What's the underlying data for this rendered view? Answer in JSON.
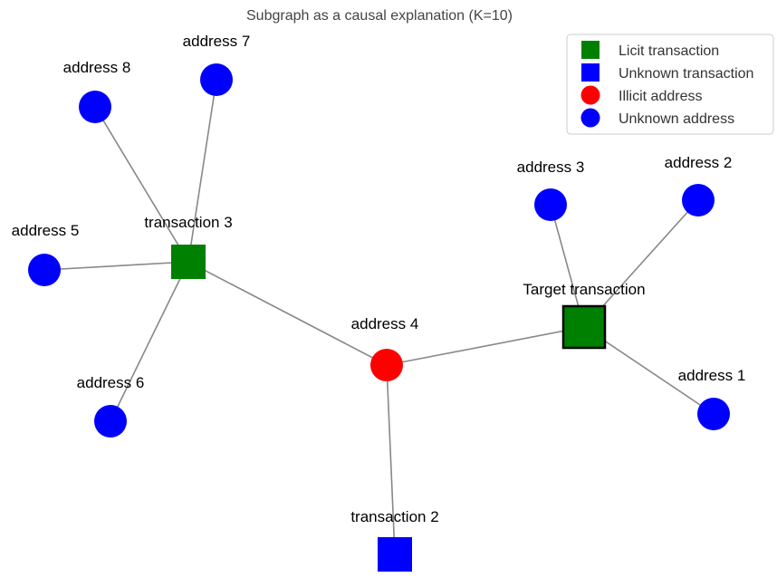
{
  "title": "Subgraph as a causal explanation (K=10)",
  "colors": {
    "licit": "#008000",
    "unknown": "#0000ff",
    "illicit": "#ff0000",
    "edge": "#888888"
  },
  "legend": [
    {
      "shape": "square",
      "color": "#008000",
      "label": "Licit transaction"
    },
    {
      "shape": "square",
      "color": "#0000ff",
      "label": "Unknown transaction"
    },
    {
      "shape": "circle",
      "color": "#ff0000",
      "label": "Illicit address"
    },
    {
      "shape": "circle",
      "color": "#0000ff",
      "label": "Unknown address"
    }
  ],
  "nodes": [
    {
      "id": "target",
      "label": "Target transaction",
      "type": "licit_transaction",
      "highlight": true
    },
    {
      "id": "a1",
      "label": "address 1",
      "type": "unknown_address"
    },
    {
      "id": "a2",
      "label": "address 2",
      "type": "unknown_address"
    },
    {
      "id": "a3",
      "label": "address 3",
      "type": "unknown_address"
    },
    {
      "id": "a4",
      "label": "address 4",
      "type": "illicit_address"
    },
    {
      "id": "t2",
      "label": "transaction 2",
      "type": "unknown_transaction"
    },
    {
      "id": "t3",
      "label": "transaction 3",
      "type": "licit_transaction"
    },
    {
      "id": "a5",
      "label": "address 5",
      "type": "unknown_address"
    },
    {
      "id": "a6",
      "label": "address 6",
      "type": "unknown_address"
    },
    {
      "id": "a7",
      "label": "address 7",
      "type": "unknown_address"
    },
    {
      "id": "a8",
      "label": "address 8",
      "type": "unknown_address"
    }
  ],
  "edges": [
    [
      "target",
      "a1"
    ],
    [
      "target",
      "a2"
    ],
    [
      "target",
      "a3"
    ],
    [
      "target",
      "a4"
    ],
    [
      "a4",
      "t2"
    ],
    [
      "a4",
      "t3"
    ],
    [
      "t3",
      "a5"
    ],
    [
      "t3",
      "a6"
    ],
    [
      "t3",
      "a7"
    ],
    [
      "t3",
      "a8"
    ]
  ]
}
